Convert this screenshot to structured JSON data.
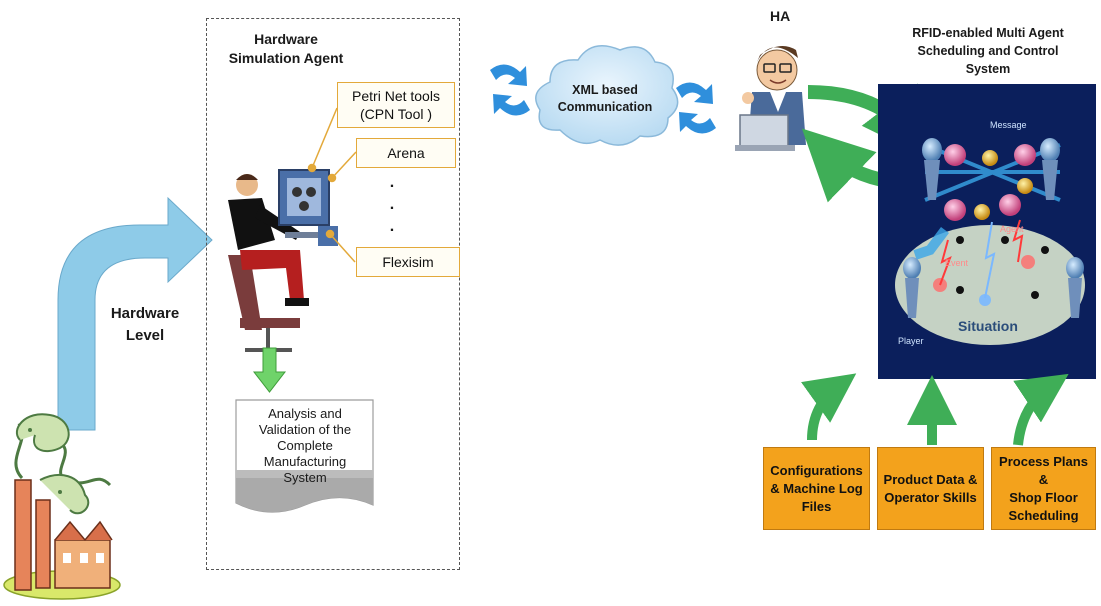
{
  "hardware_simulation_agent": {
    "title_line1": "Hardware",
    "title_line2": "Simulation Agent",
    "tools": [
      {
        "line1": "Petri Net tools",
        "line2": "(CPN Tool )"
      },
      {
        "line1": "Arena",
        "line2": ""
      },
      {
        "line1": "Flexisim",
        "line2": ""
      }
    ],
    "ellipsis": ".",
    "document_lines": [
      "Analysis and",
      "Validation of the",
      "Complete",
      "Manufacturing",
      "System"
    ]
  },
  "hardware_level": {
    "line1": "Hardware",
    "line2": "Level"
  },
  "communication": {
    "line1": "XML based",
    "line2": "Communication"
  },
  "ha_label": "HA",
  "rfid_system": {
    "title_lines": [
      "RFID-enabled Multi Agent",
      "Scheduling and Control",
      "System"
    ],
    "panel_labels": {
      "message": "Message",
      "agent": "Agent",
      "event": "Event",
      "situation": "Situation",
      "player": "Player"
    }
  },
  "inputs": [
    {
      "lines": [
        "Configurations",
        "& Machine Log",
        "Files"
      ]
    },
    {
      "lines": [
        "Product Data &",
        "Operator Skills"
      ]
    },
    {
      "lines": [
        "Process Plans &",
        "Shop Floor",
        "Scheduling"
      ]
    }
  ],
  "colors": {
    "hardware_arrow": "#8ecbe8",
    "down_arrow": "#6fd36a",
    "sync_arrows": "#2f8fdc",
    "cloud": "#cfe6f7",
    "green_arrows": "#3fae57",
    "info_box": "#f3a21c",
    "panel_bg": "#0b1f5c",
    "tool_border": "#e3a93a"
  }
}
